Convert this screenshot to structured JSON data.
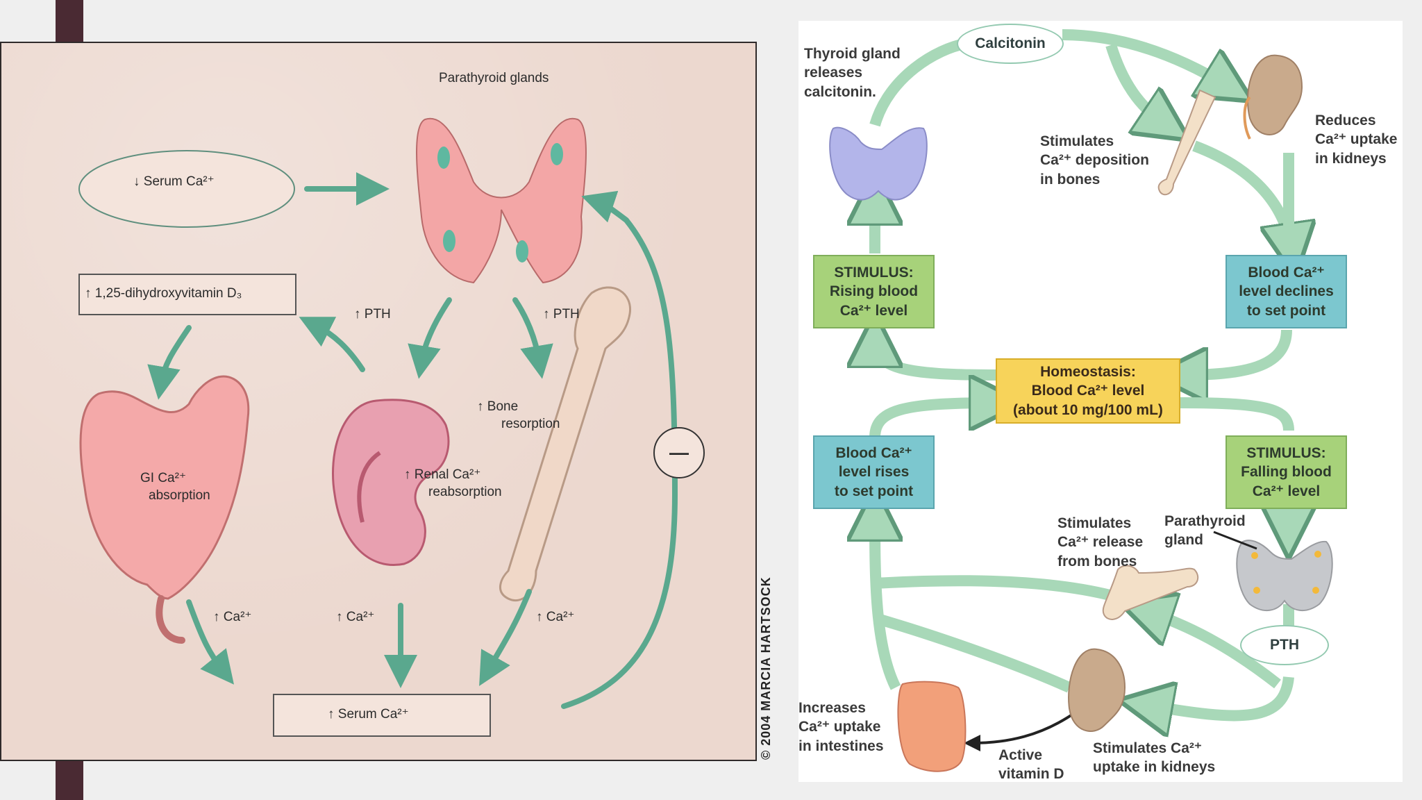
{
  "left": {
    "parathyroid_title": "Parathyroid glands",
    "serum_low": "Serum Ca²⁺",
    "vitd": "1,25-dihydroxyvitamin D₃",
    "pth_left": "PTH",
    "pth_right": "PTH",
    "bone_line1": "Bone",
    "bone_line2": "resorption",
    "gi_line1": "GI Ca²⁺",
    "gi_line2": "absorption",
    "renal_line1": "Renal Ca²⁺",
    "renal_line2": "reabsorption",
    "ca_gi": "Ca²⁺",
    "ca_kidney": "Ca²⁺",
    "ca_bone": "Ca²⁺",
    "serum_high": "Serum Ca²⁺",
    "feedback_sign": "—",
    "copyright": "© 2004 MARCIA HARTSOCK"
  },
  "right": {
    "calcitonin": "Calcitonin",
    "thyroid_label": "Thyroid gland\nreleases\ncalcitonin.",
    "stim_dep": "Stimulates\nCa²⁺ deposition\nin bones",
    "reduces": "Reduces\nCa²⁺ uptake\nin kidneys",
    "stim_rising": "STIMULUS:\nRising blood\nCa²⁺ level",
    "declines": "Blood Ca²⁺\nlevel declines\nto set point",
    "homeostasis": "Homeostasis:\nBlood Ca²⁺ level\n(about 10 mg/100 mL)",
    "rises": "Blood Ca²⁺\nlevel rises\nto set point",
    "stim_falling": "STIMULUS:\nFalling blood\nCa²⁺ level",
    "stim_release": "Stimulates\nCa²⁺ release\nfrom bones",
    "parathyroid_gland": "Parathyroid\ngland",
    "pth": "PTH",
    "increases": "Increases\nCa²⁺ uptake\nin intestines",
    "active_vitd": "Active\nvitamin D",
    "stim_uptake": "Stimulates Ca²⁺\nuptake in kidneys"
  },
  "colors": {
    "arrow_left": "#5aa88e",
    "arrow_right": "#a8d8b8",
    "stimulus": "#a7d27a",
    "setpoint": "#7cc7cf",
    "homeostasis": "#f7d35a"
  }
}
